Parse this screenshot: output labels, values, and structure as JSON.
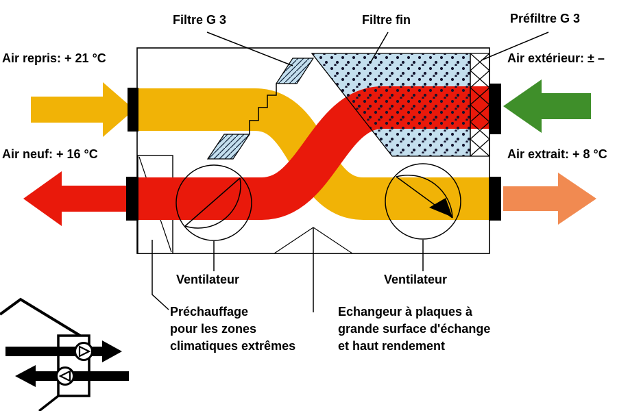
{
  "labels": {
    "filtre_g3": "Filtre G 3",
    "filtre_fin": "Filtre fin",
    "prefiltre_g3": "Préfiltre G 3",
    "air_repris": "Air repris: + 21 °C",
    "air_exterieur": "Air extérieur: ± –",
    "air_neuf": "Air neuf: + 16 °C",
    "air_extrait": "Air extrait: + 8 °C",
    "ventilateur": "Ventilateur",
    "prechauffage": [
      "Préchauffage",
      "pour les zones",
      "climatiques extrêmes"
    ],
    "echangeur": [
      "Echangeur à plaques à",
      "grande surface d'échange",
      "et haut rendement"
    ]
  },
  "colors": {
    "flow_yellow": "#F1B306",
    "flow_red": "#E9190B",
    "flow_green": "#3F8F2A",
    "flow_orange": "#F18A51",
    "filter_blue": "#C4DFEE",
    "outline": "#000000",
    "background": "#FFFFFF"
  }
}
